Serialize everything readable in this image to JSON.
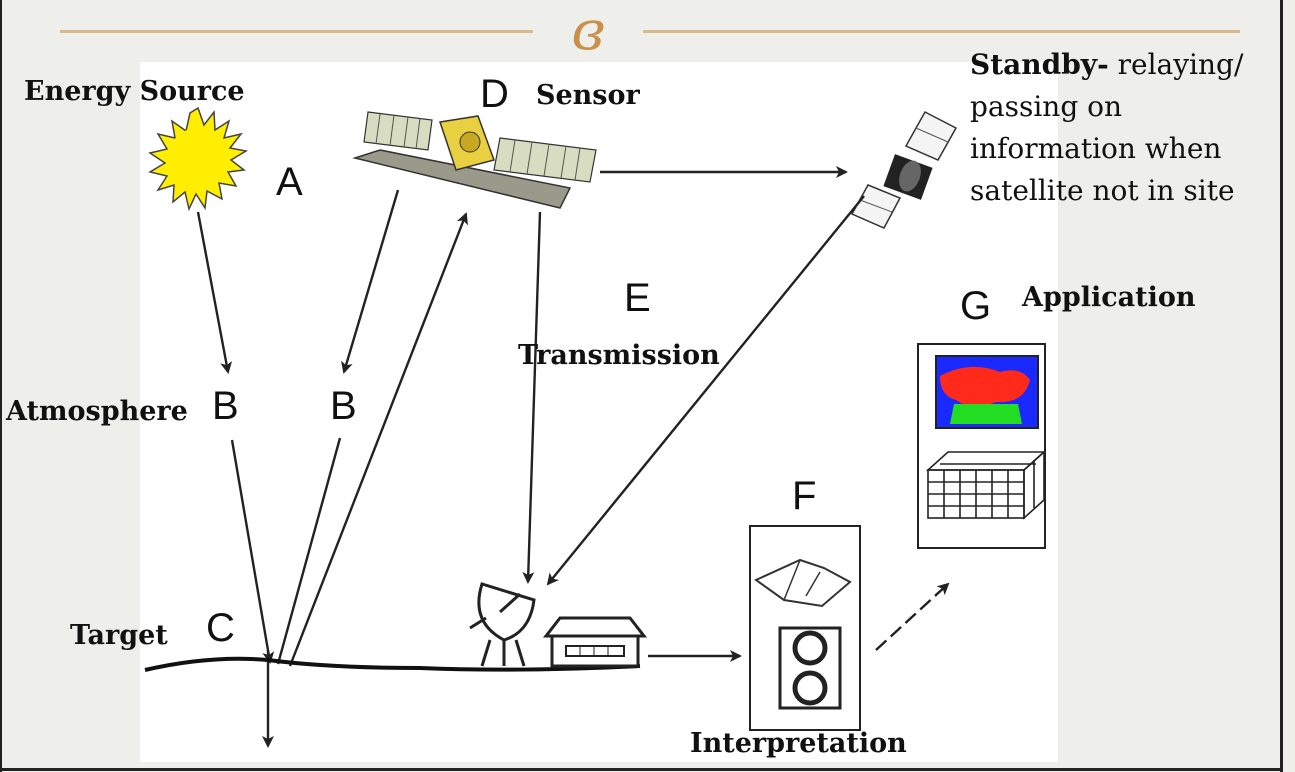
{
  "ornament": "ɞ",
  "labels": {
    "energy_source": "Energy Source",
    "sensor": "Sensor",
    "standby_bold": "Standby-",
    "standby_lines": [
      "relaying/",
      "passing on",
      "information when",
      "satellite not in site"
    ],
    "application": "Application",
    "transmission": "Transmission",
    "atmosphere": "Atmosphere",
    "target": "Target",
    "interpretation": "Interpretation"
  },
  "letters": {
    "a": "A",
    "b1": "B",
    "b2": "B",
    "c": "C",
    "d": "D",
    "e": "E",
    "f": "F",
    "g": "G"
  },
  "colors": {
    "sun": "#ffee00",
    "map_blue": "#1a2aff",
    "map_red": "#ff2a1a",
    "map_green": "#22dd22",
    "ornament": "#c9904a",
    "rule": "#d8b98a"
  }
}
